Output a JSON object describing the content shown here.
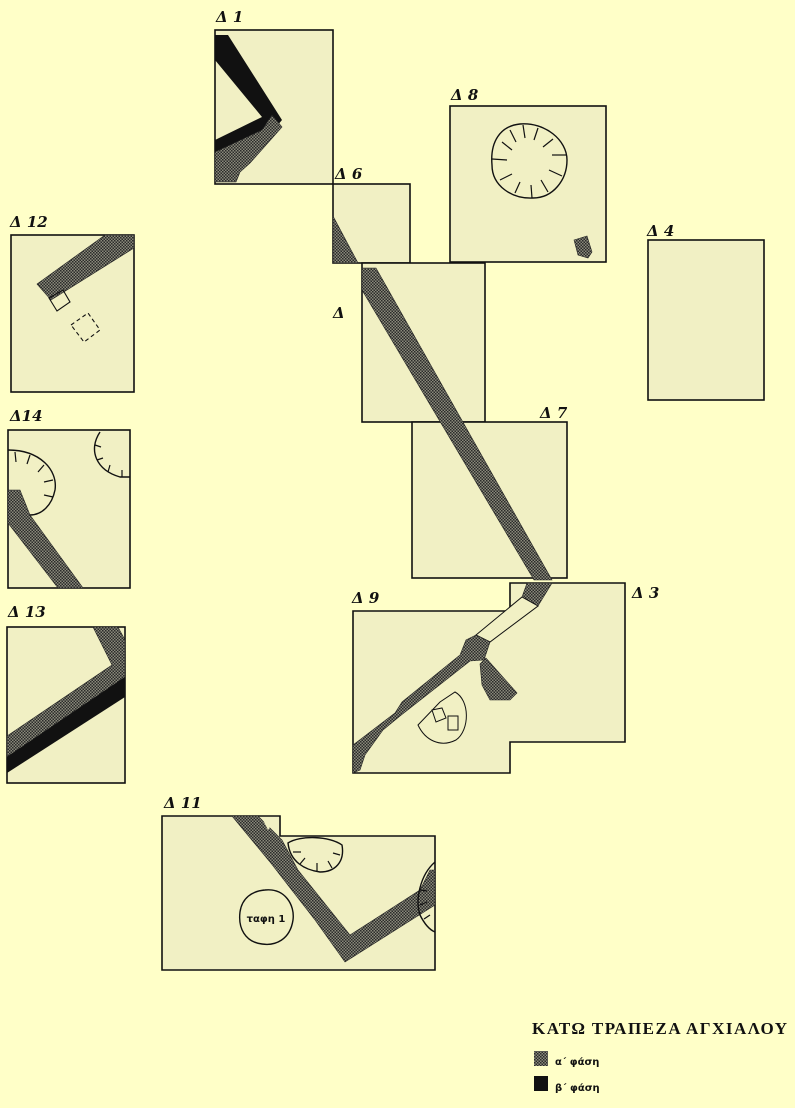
{
  "title": "ΚΑΤΩ ΤΡΑΠΕΖΑ ΑΓΧΙΑΛΟΥ",
  "trenches": {
    "d1": "Δ 1",
    "d6": "Δ 6",
    "d8": "Δ 8",
    "d4": "Δ 4",
    "d": "Δ",
    "d7": "Δ 7",
    "d9": "Δ 9",
    "d3": "Δ 3",
    "d12": "Δ 12",
    "d14": "Δ14",
    "d13": "Δ 13",
    "d11": "Δ 11"
  },
  "annotations": {
    "grave": "ταφη 1"
  },
  "legend": {
    "phase_a": "α΄ φάση",
    "phase_b": "β΄ φάση"
  },
  "colors": {
    "background": "#ffffc8",
    "trench_fill": "#f1f0c4",
    "ink": "#111111"
  }
}
